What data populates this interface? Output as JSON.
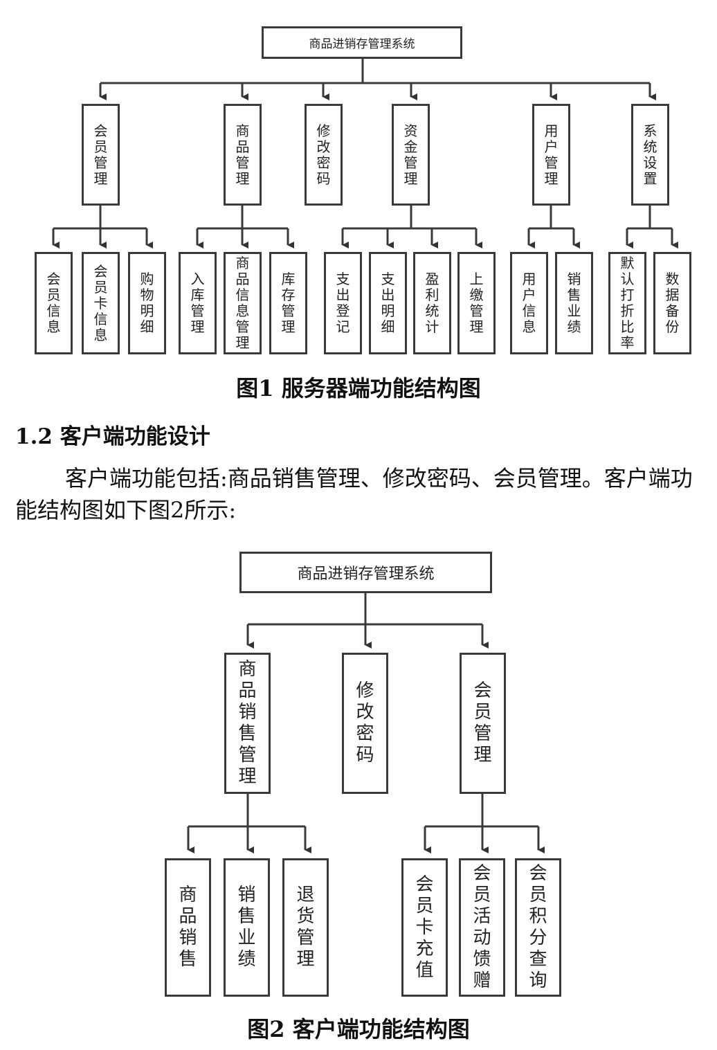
{
  "figure1": {
    "root": "商品进销存管理系统",
    "caption": "图1   服务器端功能结构图",
    "branches": [
      {
        "label": "会员管理",
        "children": [
          "会员信息",
          "会员卡信息",
          "购物明细"
        ]
      },
      {
        "label": "商品管理",
        "children": [
          "入库管理",
          "商品信息管理",
          "库存管理"
        ]
      },
      {
        "label": "修改密码",
        "children": []
      },
      {
        "label": "资金管理",
        "children": [
          "支出登记",
          "支出明细",
          "盈利统计",
          "上缴管理"
        ]
      },
      {
        "label": "用户管理",
        "children": [
          "用户信息",
          "销售业绩"
        ]
      },
      {
        "label": "系统设置",
        "children": [
          "默认打折比率",
          "数据备份"
        ]
      }
    ]
  },
  "section": {
    "heading": "1.2 客户端功能设计",
    "paragraph": "客户端功能包括:商品销售管理、修改密码、会员管理。客户端功能结构图如下图2所示:"
  },
  "figure2": {
    "root": "商品进销存管理系统",
    "caption": "图2   客户端功能结构图",
    "branches": [
      {
        "label": "商品销售管理",
        "children": [
          "商品销售",
          "销售业绩",
          "退货管理"
        ]
      },
      {
        "label": "修改密码",
        "children": []
      },
      {
        "label": "会员管理",
        "children": [
          "会员卡充值",
          "会员活动馈赠",
          "会员积分查询"
        ]
      }
    ]
  }
}
